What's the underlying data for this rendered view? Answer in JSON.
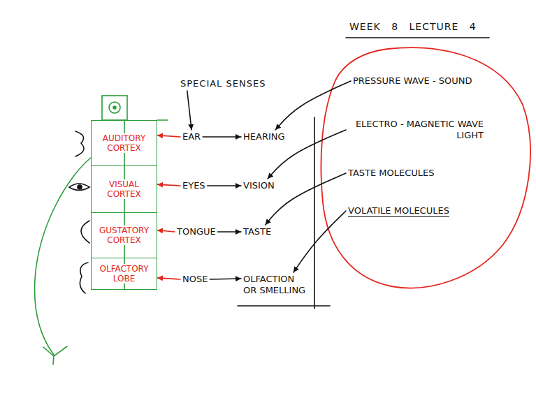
{
  "diagram": {
    "title": "WEEK 8 LECTURE 4",
    "nodes": [
      {
        "text": [
          "SPECIAL SENSES"
        ]
      },
      {
        "text": [
          "AUDITORY CORTEX"
        ]
      },
      {
        "text": [
          "VISUAL CORTEX"
        ]
      },
      {
        "text": [
          "GUSTATORY CORTEX"
        ]
      },
      {
        "text": [
          "OLFACTORY LOBE"
        ]
      },
      {
        "text": [
          "EAR"
        ]
      },
      {
        "text": [
          "HEARING"
        ]
      },
      {
        "text": [
          "EYES"
        ]
      },
      {
        "text": [
          "VISION"
        ]
      },
      {
        "text": [
          "TONGUE"
        ]
      },
      {
        "text": [
          "TASTE"
        ]
      },
      {
        "text": [
          "NOSE"
        ]
      },
      {
        "text": [
          "OLFACTION OR SMELLING"
        ]
      },
      {
        "text": [
          "PRESSURE WAVE - SOUND"
        ]
      },
      {
        "text": [
          "ELECTRO - MAGNETIC WAVE LIGHT"
        ]
      },
      {
        "text": [
          "TASTE MOLECULES"
        ]
      },
      {
        "text": [
          "VOLATILE MOLECULES"
        ]
      }
    ],
    "edges": [
      {
        "from": 0,
        "to": 5,
        "arrow": "to"
      },
      {
        "from": 5,
        "to": 6,
        "arrow": "to"
      },
      {
        "from": 7,
        "to": 8,
        "arrow": "to"
      },
      {
        "from": 9,
        "to": 10,
        "arrow": "to"
      },
      {
        "from": 11,
        "to": 12,
        "arrow": "to"
      },
      {
        "from": 5,
        "to": 1,
        "arrow": "to"
      },
      {
        "from": 7,
        "to": 2,
        "arrow": "to"
      },
      {
        "from": 9,
        "to": 3,
        "arrow": "to"
      },
      {
        "from": 11,
        "to": 4,
        "arrow": "to"
      },
      {
        "from": 13,
        "to": 6,
        "arrow": "to"
      },
      {
        "from": 14,
        "to": 8,
        "arrow": "to"
      },
      {
        "from": 15,
        "to": 10,
        "arrow": "to"
      },
      {
        "from": 16,
        "to": 12,
        "arrow": "to"
      }
    ]
  }
}
